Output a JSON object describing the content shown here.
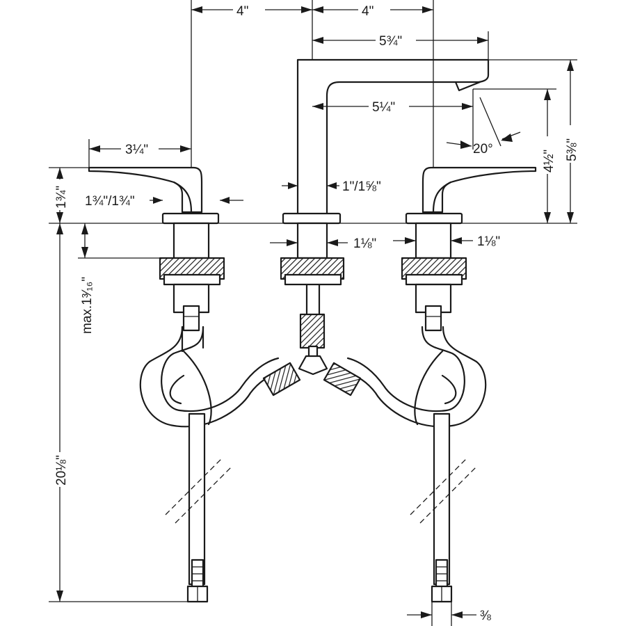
{
  "dimensions": {
    "handle_to_center": "4\"",
    "center_to_spout_reference": "4\"",
    "spout_reach": "5¾\"",
    "spout_reach_inner": "5¼\"",
    "handle_length": "3¼\"",
    "handle_height": "1¾\"",
    "handle_body_width": "1¾\"/1¾\"",
    "spout_body_width": "1\"/1⅝\"",
    "spout_outlet_height": "4½\"",
    "spout_total_height": "5⅜\"",
    "outlet_angle": "20°",
    "shank_diameter_center": "1⅛\"",
    "shank_diameter_right": "1⅛\"",
    "max_deck_thickness": "max.1³⁄₁₆\"",
    "hose_length": "20⅛\"",
    "connection_size": "⅜"
  }
}
